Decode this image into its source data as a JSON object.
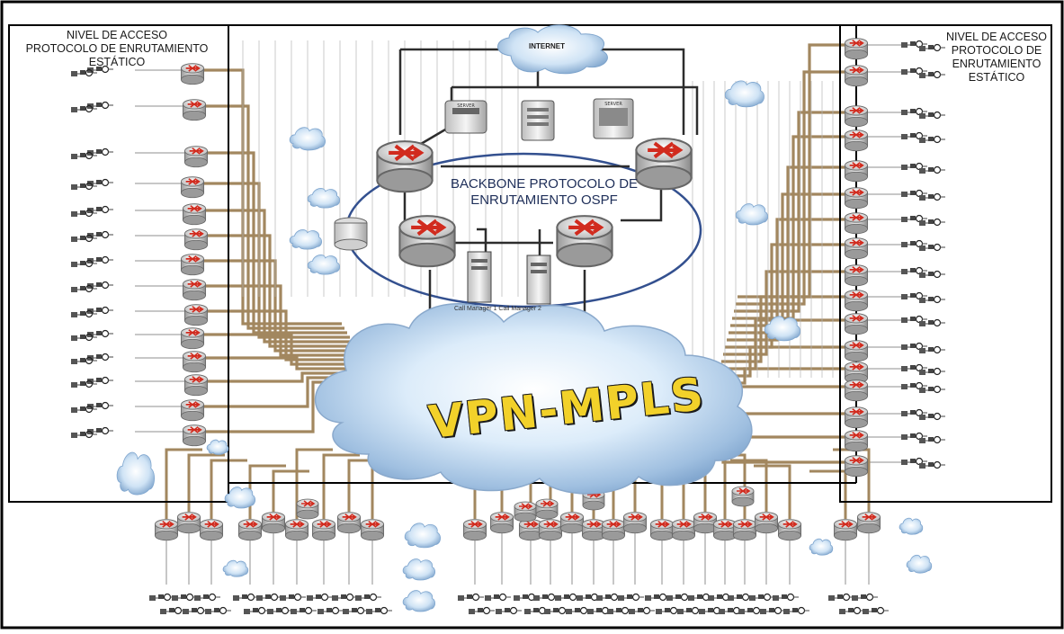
{
  "access_left": {
    "line1": "NIVEL DE ACCESO",
    "line2": "PROTOCOLO DE ENRUTAMIENTO",
    "line3": "ESTÁTICO"
  },
  "access_right": {
    "line1": "NIVEL DE ACCESO",
    "line2": "PROTOCOLO DE",
    "line3": "ENRUTAMIENTO",
    "line4": "ESTÁTICO"
  },
  "backbone": {
    "line1": "BACKBONE PROTOCOLO DE",
    "line2": "ENRUTAMIENTO OSPF"
  },
  "internet_label": "INTERNET",
  "server_caption": "Call Manager 1  Call Manager 2",
  "vpn_label": "VPN-MPLS",
  "colors": {
    "link_main": "#a2875f",
    "link_thin": "#8f8f8f",
    "backbone_border": "#33508f",
    "router_arrow": "#d12b1e",
    "cloud_light": "#dcecfa",
    "cloud_dark": "#7fa6cf"
  }
}
